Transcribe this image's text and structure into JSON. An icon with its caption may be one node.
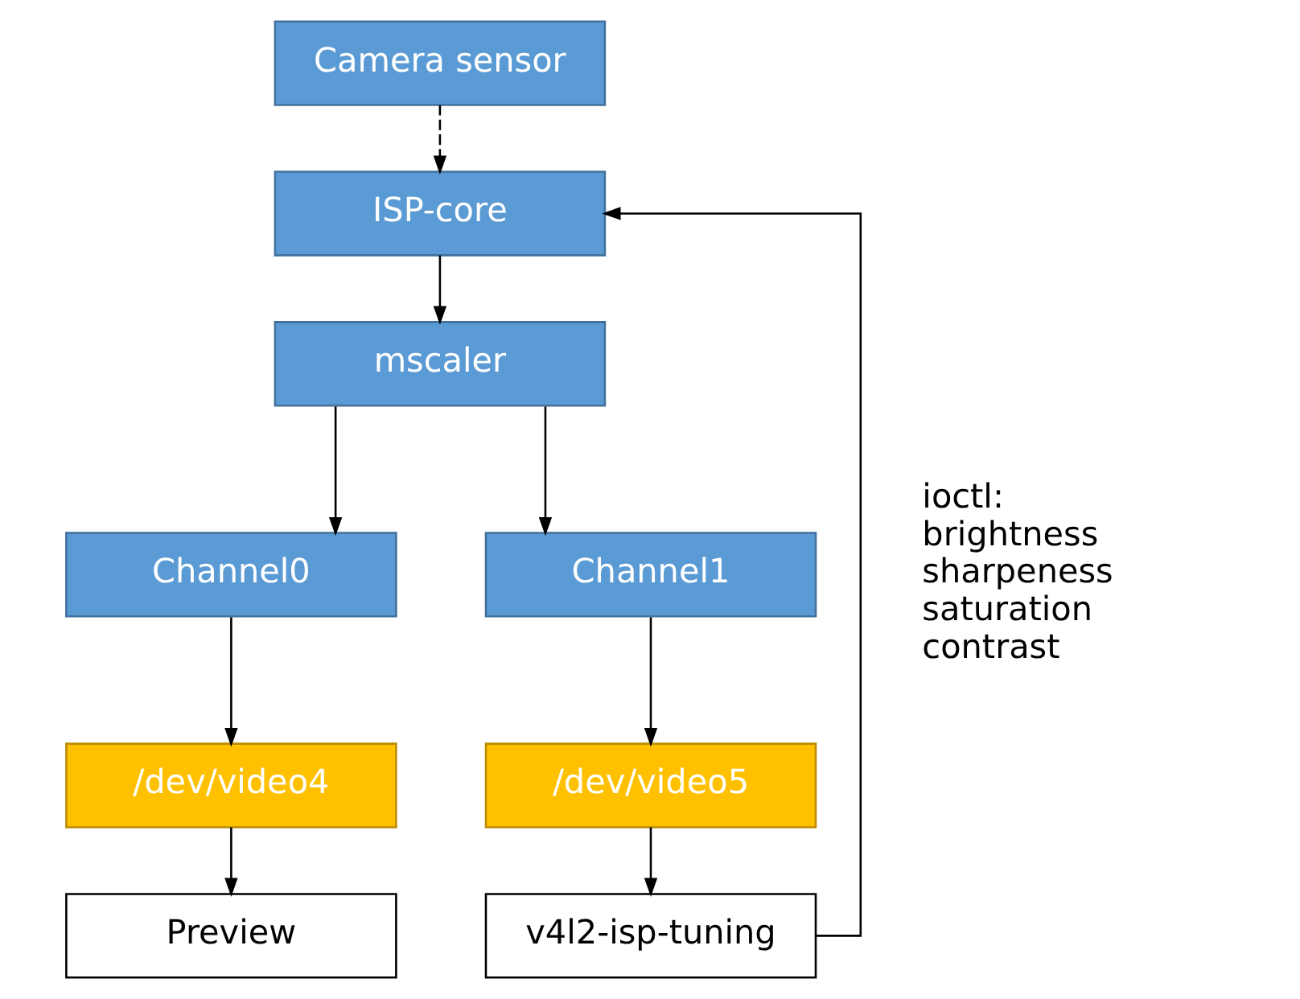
{
  "diagram": {
    "nodes": [
      {
        "text": [
          "Camera sensor"
        ]
      },
      {
        "text": [
          "ISP-core"
        ]
      },
      {
        "text": [
          "mscaler"
        ]
      },
      {
        "text": [
          "Channel0"
        ]
      },
      {
        "text": [
          "Channel1"
        ]
      },
      {
        "text": [
          "/dev/video4"
        ]
      },
      {
        "text": [
          "/dev/video5"
        ]
      },
      {
        "text": [
          "Preview"
        ]
      },
      {
        "text": [
          "v4l2-isp-tuning"
        ]
      }
    ],
    "edges": [
      {
        "from": 0,
        "to": 1,
        "arrow": "to",
        "style": "dashed"
      },
      {
        "from": 1,
        "to": 2,
        "arrow": "to"
      },
      {
        "from": 2,
        "to": 3,
        "arrow": "to"
      },
      {
        "from": 2,
        "to": 4,
        "arrow": "to"
      },
      {
        "from": 3,
        "to": 5,
        "arrow": "to"
      },
      {
        "from": 4,
        "to": 6,
        "arrow": "to"
      },
      {
        "from": 5,
        "to": 7,
        "arrow": "to"
      },
      {
        "from": 6,
        "to": 8,
        "arrow": "to"
      },
      {
        "from": 8,
        "to": 1,
        "arrow": "to"
      }
    ],
    "labels": [
      "ioctl:",
      "brightness",
      "sharpeness",
      "saturation",
      "contrast"
    ]
  }
}
